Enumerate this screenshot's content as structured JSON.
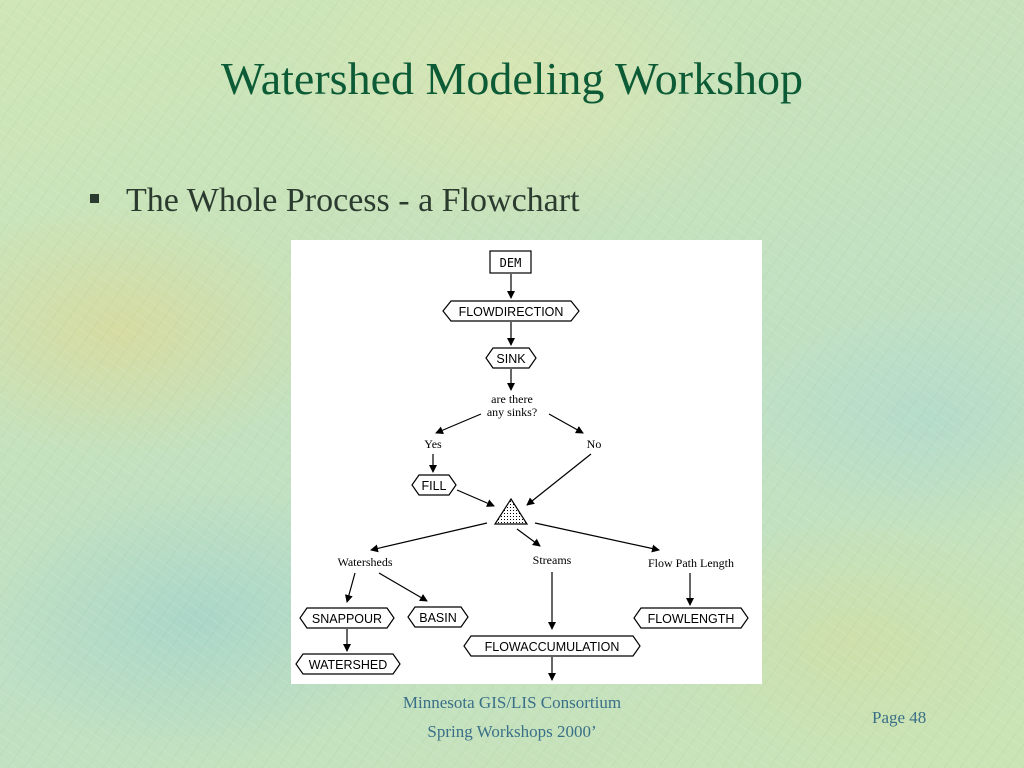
{
  "slide": {
    "title": "Watershed Modeling Workshop",
    "bullet": "The Whole Process - a Flowchart"
  },
  "flowchart": {
    "dem": "DEM",
    "flowdirection": "FLOWDIRECTION",
    "sink": "SINK",
    "question_line1": "are there",
    "question_line2": "any sinks?",
    "yes": "Yes",
    "no": "No",
    "fill": "FILL",
    "watersheds": "Watersheds",
    "streams": "Streams",
    "flow_path_length": "Flow Path Length",
    "snappour": "SNAPPOUR",
    "basin": "BASIN",
    "flowlength": "FLOWLENGTH",
    "flowaccumulation": "FLOWACCUMULATION",
    "watershed": "WATERSHED"
  },
  "footer": {
    "line1": "Minnesota GIS/LIS Consortium",
    "line2": "Spring Workshops 2000’",
    "page": "Page 48"
  },
  "colors": {
    "title": "#0c5a36",
    "body_text": "#2b3b2f",
    "footer_text": "#3a6f88"
  }
}
